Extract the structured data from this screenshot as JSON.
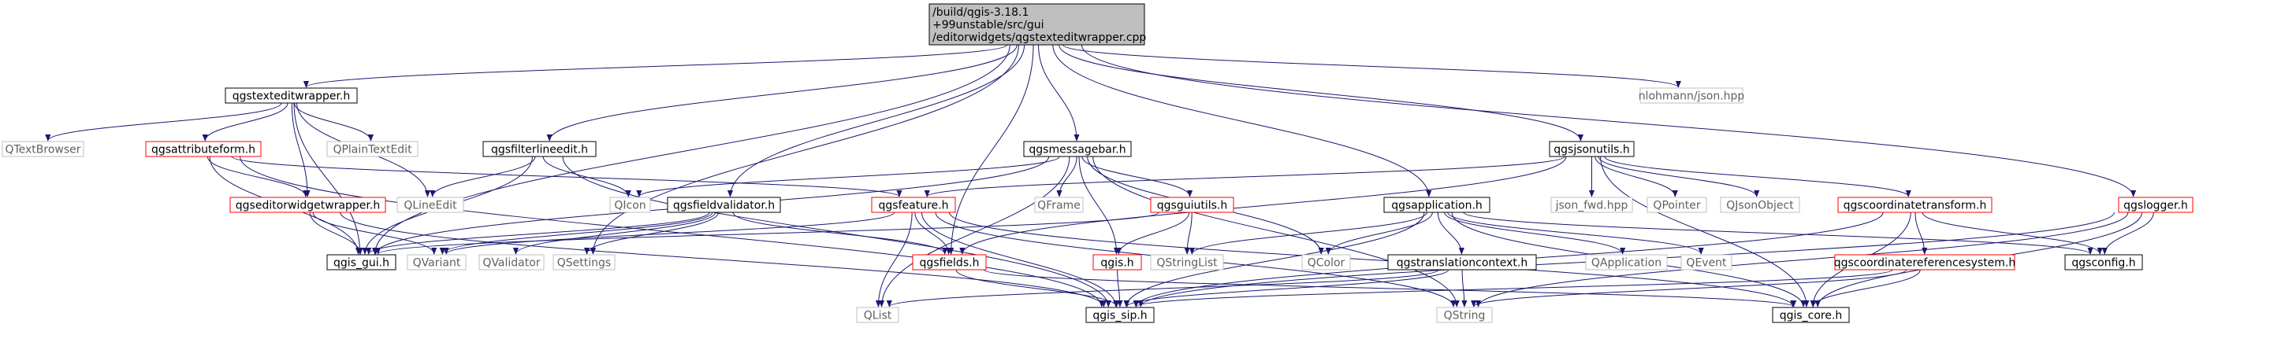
{
  "colors": {
    "root_fill": "#bfbfbf",
    "normal_stroke": "#000000",
    "missing_stroke": "#bfbfbf",
    "missing_text": "#606060",
    "undocumented_stroke": "#ff0000",
    "edge": "#191970"
  },
  "nodes": [
    {
      "id": "root",
      "lines": [
        "/build/qgis-3.18.1",
        "+99unstable/src/gui",
        "/editorwidgets/qgstexteditwrapper.cpp"
      ],
      "kind": "root"
    },
    {
      "id": "qgstexteditwrapper_h",
      "lines": [
        "qgstexteditwrapper.h"
      ],
      "kind": "normal"
    },
    {
      "id": "nlohmann_json_hpp",
      "lines": [
        "nlohmann/json.hpp"
      ],
      "kind": "missing"
    },
    {
      "id": "qtextbrowser",
      "lines": [
        "QTextBrowser"
      ],
      "kind": "missing"
    },
    {
      "id": "qgsattributeform_h",
      "lines": [
        "qgsattributeform.h"
      ],
      "kind": "undocumented"
    },
    {
      "id": "qplaintextedit",
      "lines": [
        "QPlainTextEdit"
      ],
      "kind": "missing"
    },
    {
      "id": "qgsfilterlineedit_h",
      "lines": [
        "qgsfilterlineedit.h"
      ],
      "kind": "normal"
    },
    {
      "id": "qgsmessagebar_h",
      "lines": [
        "qgsmessagebar.h"
      ],
      "kind": "normal"
    },
    {
      "id": "qgsjsonutils_h",
      "lines": [
        "qgsjsonutils.h"
      ],
      "kind": "normal"
    },
    {
      "id": "qgseditorwidgetwrapper_h",
      "lines": [
        "qgseditorwidgetwrapper.h"
      ],
      "kind": "undocumented"
    },
    {
      "id": "qlineedit",
      "lines": [
        "QLineEdit"
      ],
      "kind": "missing"
    },
    {
      "id": "qicon",
      "lines": [
        "QIcon"
      ],
      "kind": "missing"
    },
    {
      "id": "qgsfieldvalidator_h",
      "lines": [
        "qgsfieldvalidator.h"
      ],
      "kind": "normal"
    },
    {
      "id": "qgsfeature_h",
      "lines": [
        "qgsfeature.h"
      ],
      "kind": "undocumented"
    },
    {
      "id": "qframe",
      "lines": [
        "QFrame"
      ],
      "kind": "missing"
    },
    {
      "id": "qgsguiutils_h",
      "lines": [
        "qgsguiutils.h"
      ],
      "kind": "undocumented"
    },
    {
      "id": "qgsapplication_h",
      "lines": [
        "qgsapplication.h"
      ],
      "kind": "normal"
    },
    {
      "id": "json_fwd_hpp",
      "lines": [
        "json_fwd.hpp"
      ],
      "kind": "missing"
    },
    {
      "id": "qpointer",
      "lines": [
        "QPointer"
      ],
      "kind": "missing"
    },
    {
      "id": "qjsonobject",
      "lines": [
        "QJsonObject"
      ],
      "kind": "missing"
    },
    {
      "id": "qgscoordinatetransform_h",
      "lines": [
        "qgscoordinatetransform.h"
      ],
      "kind": "undocumented"
    },
    {
      "id": "qgslogger_h",
      "lines": [
        "qgslogger.h"
      ],
      "kind": "undocumented"
    },
    {
      "id": "qgis_gui_h",
      "lines": [
        "qgis_gui.h"
      ],
      "kind": "normal"
    },
    {
      "id": "qvariant",
      "lines": [
        "QVariant"
      ],
      "kind": "missing"
    },
    {
      "id": "qvalidator",
      "lines": [
        "QValidator"
      ],
      "kind": "missing"
    },
    {
      "id": "qsettings",
      "lines": [
        "QSettings"
      ],
      "kind": "missing"
    },
    {
      "id": "qgsfields_h",
      "lines": [
        "qgsfields.h"
      ],
      "kind": "undocumented"
    },
    {
      "id": "qgis_h",
      "lines": [
        "qgis.h"
      ],
      "kind": "undocumented"
    },
    {
      "id": "qstringlist",
      "lines": [
        "QStringList"
      ],
      "kind": "missing"
    },
    {
      "id": "qcolor",
      "lines": [
        "QColor"
      ],
      "kind": "missing"
    },
    {
      "id": "qgstranslationcontext_h",
      "lines": [
        "qgstranslationcontext.h"
      ],
      "kind": "normal"
    },
    {
      "id": "qapplication",
      "lines": [
        "QApplication"
      ],
      "kind": "missing"
    },
    {
      "id": "qevent",
      "lines": [
        "QEvent"
      ],
      "kind": "missing"
    },
    {
      "id": "qgscoordinatereferencesystem_h",
      "lines": [
        "qgscoordinatereferencesystem.h"
      ],
      "kind": "undocumented"
    },
    {
      "id": "qgsconfig_h",
      "lines": [
        "qgsconfig.h"
      ],
      "kind": "normal"
    },
    {
      "id": "qlist",
      "lines": [
        "QList"
      ],
      "kind": "missing"
    },
    {
      "id": "qgis_sip_h",
      "lines": [
        "qgis_sip.h"
      ],
      "kind": "normal"
    },
    {
      "id": "qstring",
      "lines": [
        "QString"
      ],
      "kind": "missing"
    },
    {
      "id": "qgis_core_h",
      "lines": [
        "qgis_core.h"
      ],
      "kind": "normal"
    }
  ]
}
